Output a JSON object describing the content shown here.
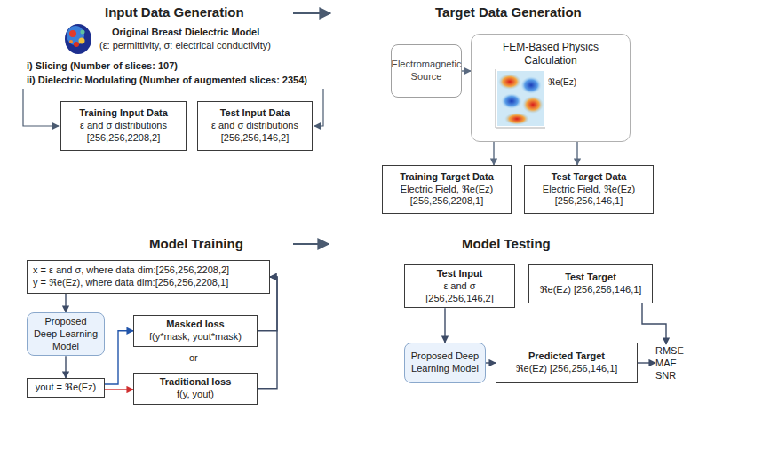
{
  "diagram": {
    "nodes": [
      {
        "text": [
          "Training Input Data",
          "ε and σ distributions",
          "[256,256,2208,2]"
        ]
      },
      {
        "text": [
          "Test Input Data",
          "ε and σ distributions",
          "[256,256,146,2]"
        ]
      },
      {
        "text": [
          "Electromagnetic Source"
        ]
      },
      {
        "text": [
          "FEM-Based Physics Calculation",
          "ℜe(Ez)"
        ]
      },
      {
        "text": [
          "Training Target Data",
          "Electric Field, ℜe(Ez)",
          "[256,256,2208,1]"
        ]
      },
      {
        "text": [
          "Test Target Data",
          "Electric Field, ℜe(Ez)",
          "[256,256,146,1]"
        ]
      },
      {
        "text": [
          "x = ε and σ, where data dim:[256,256,2208,2]",
          "y = ℜe(Ez), where data dim:[256,256,2208,1]"
        ]
      },
      {
        "text": [
          "Proposed Deep Learning Model"
        ]
      },
      {
        "text": [
          "yout = ℜe(Ez)"
        ]
      },
      {
        "text": [
          "Masked loss",
          "f(y*mask, yout*mask)"
        ]
      },
      {
        "text": [
          "Traditional loss",
          "f(y, yout)"
        ]
      },
      {
        "text": [
          "Test Input",
          "ε and σ [256,256,146,2]"
        ]
      },
      {
        "text": [
          "Test Target",
          "ℜe(Ez) [256,256,146,1]"
        ]
      },
      {
        "text": [
          "Proposed Deep Learning Model"
        ]
      },
      {
        "text": [
          "Predicted Target",
          "ℜe(Ez) [256,256,146,1]"
        ]
      },
      {
        "text": [
          "RMSE MAE SNR"
        ]
      }
    ],
    "edges": [
      {
        "from": 2,
        "to": 3,
        "arrow": "to"
      },
      {
        "from": 3,
        "to": 4,
        "arrow": "to"
      },
      {
        "from": 3,
        "to": 5,
        "arrow": "to"
      },
      {
        "from": 6,
        "to": 7,
        "arrow": "to"
      },
      {
        "from": 7,
        "to": 8,
        "arrow": "to"
      },
      {
        "from": 8,
        "to": 9,
        "arrow": "to"
      },
      {
        "from": 8,
        "to": 10,
        "arrow": "to"
      },
      {
        "from": 9,
        "to": 6,
        "arrow": "to"
      },
      {
        "from": 10,
        "to": 6,
        "arrow": "to"
      },
      {
        "from": 11,
        "to": 13,
        "arrow": "to"
      },
      {
        "from": 13,
        "to": 14,
        "arrow": "to"
      },
      {
        "from": 14,
        "to": 15,
        "arrow": "to"
      },
      {
        "from": 12,
        "to": 15,
        "arrow": "to"
      }
    ],
    "labels": [
      "Input Data Generation",
      "Target Data Generation",
      "Model Training",
      "Model Testing",
      "Original Breast Dielectric Model",
      "(ε: permittivity, σ: electrical conductivity)",
      "i) Slicing (Number of slices: 107)",
      "ii) Dielectric Modulating (Number of augmented slices: 2354)",
      "or"
    ]
  }
}
